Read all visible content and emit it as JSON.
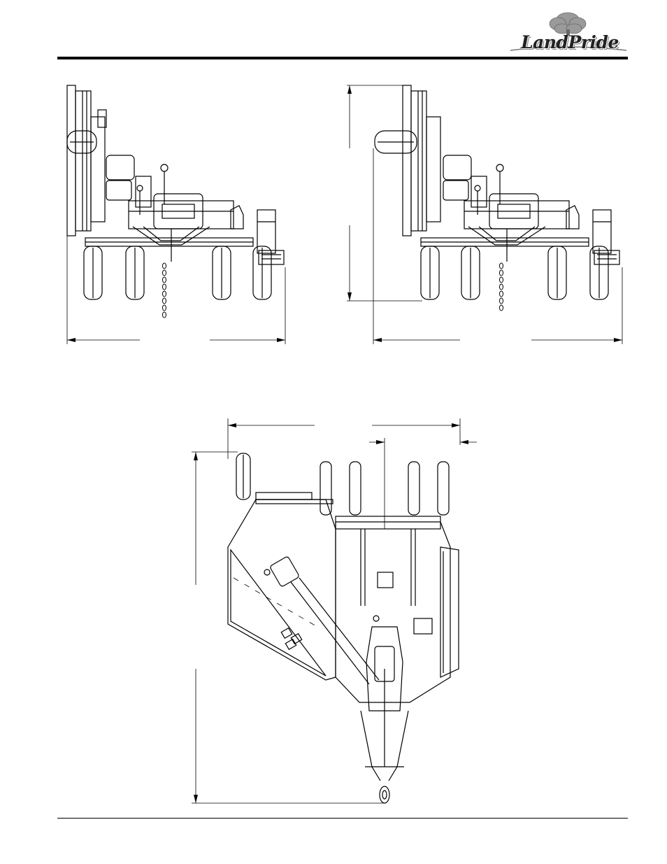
{
  "header": {
    "logo": {
      "brand_text": "LandPride",
      "icon": "tree-icon"
    }
  },
  "figures": [
    {
      "name": "rear-view-transport-left",
      "dimension_labels": []
    },
    {
      "name": "rear-view-transport-right",
      "dimension_labels": []
    },
    {
      "name": "top-view-transport",
      "dimension_labels": []
    }
  ],
  "footer": {}
}
